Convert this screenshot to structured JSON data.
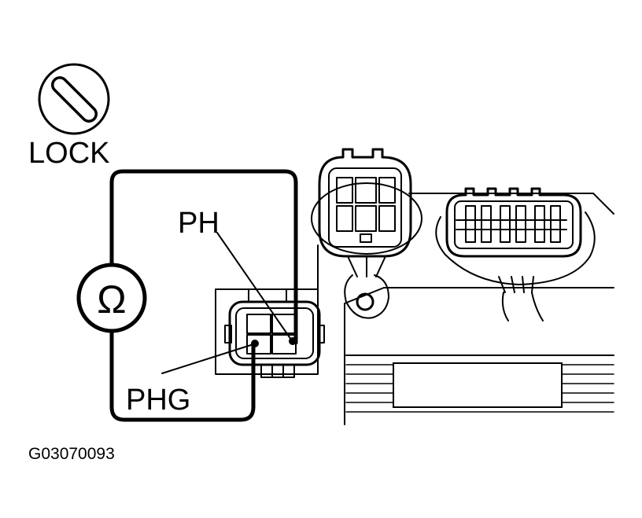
{
  "labels": {
    "lock": "LOCK",
    "ph": "PH",
    "phg": "PHG",
    "figure_id": "G03070093"
  },
  "symbols": {
    "ignition": "key-slot-icon",
    "ohmmeter": "ohm-meter-icon",
    "ohm_glyph": "Ω"
  },
  "colors": {
    "ink": "#000000",
    "paper": "#ffffff"
  }
}
